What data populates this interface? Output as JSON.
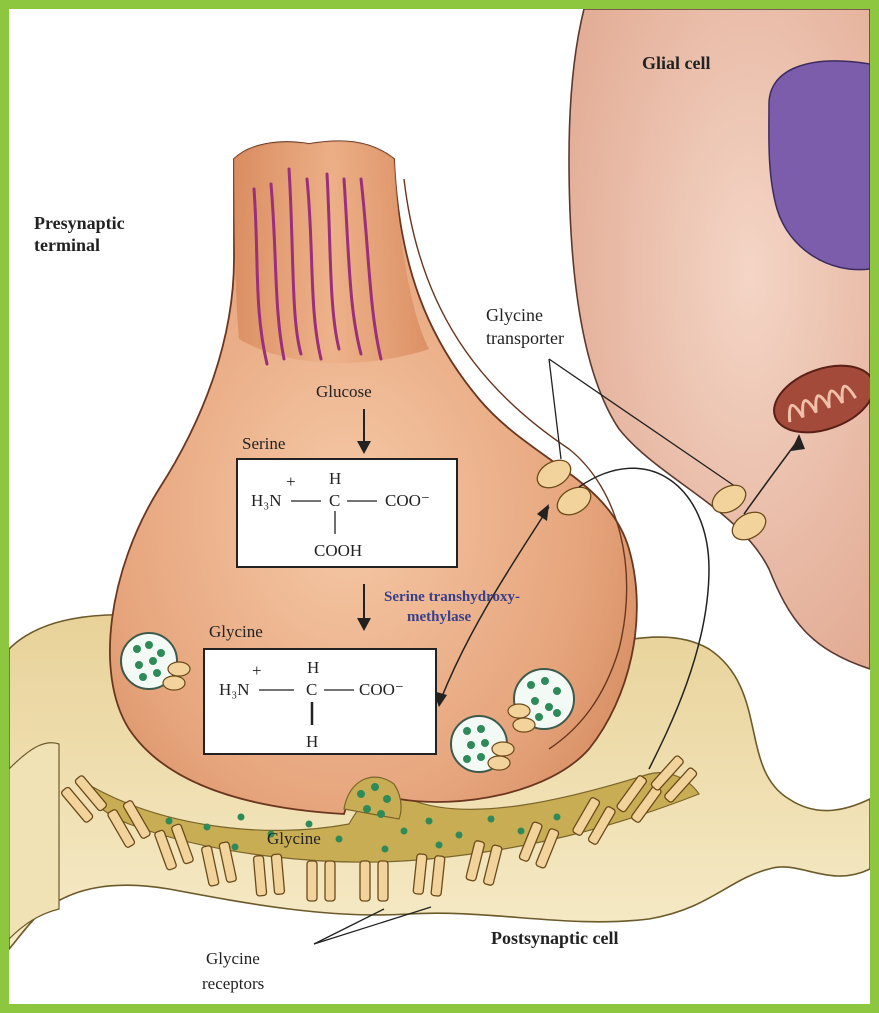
{
  "labels": {
    "presynaptic_line1": "Presynaptic",
    "presynaptic_line2": "terminal",
    "glial_cell": "Glial cell",
    "glycine_transporter_line1": "Glycine",
    "glycine_transporter_line2": "transporter",
    "glucose": "Glucose",
    "serine": "Serine",
    "enzyme_line1": "Serine transhydroxy-",
    "enzyme_line2": "methylase",
    "glycine_top": "Glycine",
    "glycine_cleft": "Glycine",
    "glycine_receptors_line1": "Glycine",
    "glycine_receptors_line2": "receptors",
    "postsynaptic_cell": "Postsynaptic cell"
  },
  "serine_structure": {
    "charge": "+",
    "amine": "H₃N",
    "top_h": "H",
    "center": "C",
    "carboxylate": "COO⁻",
    "bottom_group": "COOH"
  },
  "glycine_structure": {
    "charge": "+",
    "amine": "H₃N",
    "top_h": "H",
    "center": "C",
    "carboxylate": "COO⁻",
    "bottom_group": "H"
  },
  "colors": {
    "border": "#8dc63f",
    "presynaptic": "#e3a07a",
    "glial": "#e8b8a4",
    "nucleus": "#7a5cab",
    "postsynaptic": "#eedcaa",
    "cleft": "#c9b15c",
    "vesicle_dots": "#2f8a5a",
    "microtubules": "#9a2f7a",
    "enzyme_text": "#3a3f8a"
  }
}
